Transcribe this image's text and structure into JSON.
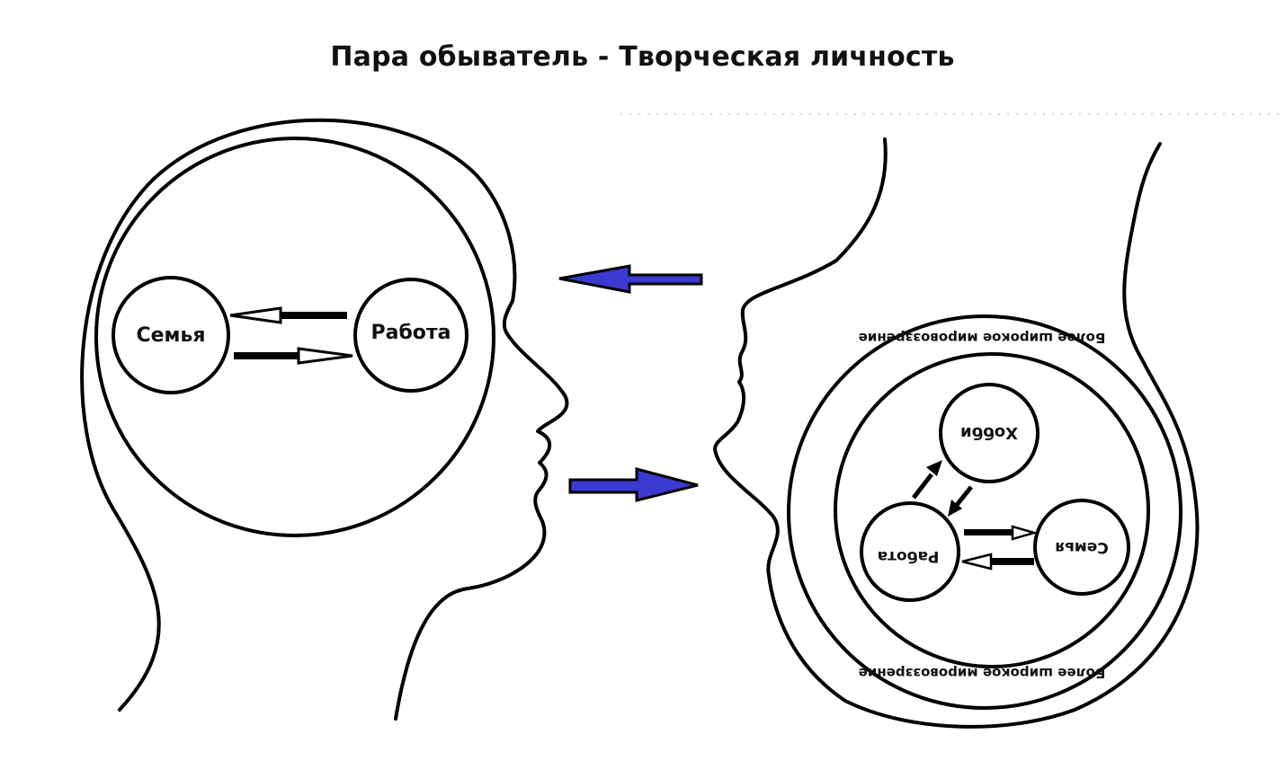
{
  "title": "Пара обыватель - Творческая личность",
  "left_head": {
    "family_label": "Семья",
    "work_label": "Работа"
  },
  "right_head": {
    "outer_ring_label_top": "Более широкое мировоззрение",
    "outer_ring_label_bottom": "Более широкое мировоззрение",
    "hobby_label": "Хобби",
    "work_label": "Работа",
    "family_label": "Семья"
  },
  "colors": {
    "line": "#000000",
    "accent_arrow": "#3a3ad0"
  }
}
